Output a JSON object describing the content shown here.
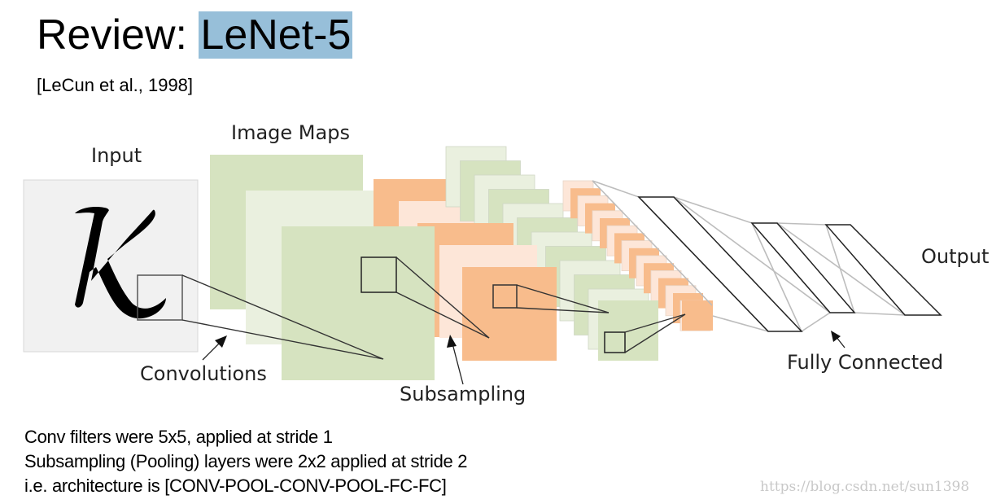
{
  "slide": {
    "title_prefix": "Review: ",
    "title_highlight": "LeNet-5",
    "citation": "[LeCun et al., 1998]"
  },
  "diagram": {
    "input_label": "Input",
    "input_glyph": "K",
    "image_maps_label": "Image Maps",
    "convolutions_label": "Convolutions",
    "subsampling_label": "Subsampling",
    "fully_connected_label": "Fully Connected",
    "output_label": "Output",
    "colors": {
      "input_bg": "#f1f1f1",
      "green": "#d6e3c0",
      "green_light": "#eaf0df",
      "orange": "#f8bc8c",
      "orange_light": "#fde6d8",
      "highlight": "#97bfd9"
    }
  },
  "notes": [
    "Conv filters were 5x5, applied at stride 1",
    "Subsampling (Pooling) layers were 2x2 applied at stride 2",
    "i.e. architecture is [CONV-POOL-CONV-POOL-FC-FC]"
  ],
  "watermark": "https://blog.csdn.net/sun1398"
}
